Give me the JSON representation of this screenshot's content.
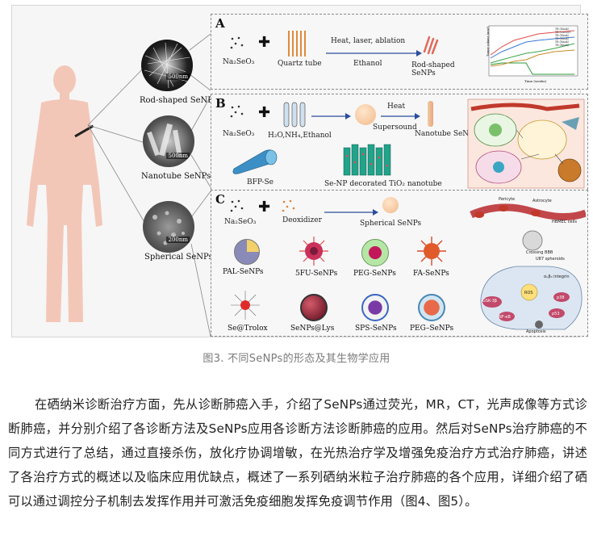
{
  "figure": {
    "body_labels": {
      "rod": "Rod-shaped SeNPs",
      "nanotube": "Nanotube SeNPs",
      "spherical": "Spherical SeNPs"
    },
    "scale_bars": {
      "rod": "500nm",
      "nanotube": "500nm",
      "spherical": "200nm"
    },
    "panel_a": {
      "letter": "A",
      "reagent": "Na₂SeO₃",
      "container": "Quartz tube",
      "conditions": "Heat, laser, ablation",
      "solvent": "Ethanol",
      "product": "Rod-shaped SeNPs",
      "plot_ylabel": "Tumor volume (mm³)",
      "plot_xlabel": "Time (weeks)",
      "legend": [
        "TB (blank)",
        "TB (control)",
        "TB (blank)",
        "TB (blank)",
        "TB (blank)",
        "TB (blank)"
      ]
    },
    "panel_b": {
      "letter": "B",
      "reagent": "Na₂SeO₃",
      "solvent": "H₂O,NH₄,Ethanol",
      "step1": "Heat",
      "step2": "Supersound",
      "product": "Nanotube SeNPs",
      "bfp": "BFP-Se",
      "tio2": "Se-NP decorated TiO₂ nanotube"
    },
    "panel_c": {
      "letter": "C",
      "reagent": "Na₂SeO₃",
      "reducer": "Deoxidizer",
      "product": "Spherical SeNPs",
      "particles": [
        "PAL-SeNPs",
        "5FU-SeNPs",
        "PEG-SeNPs",
        "FA-SeNPs",
        "Se@Trolox",
        "SeNPs@Lys",
        "SPS-SeNPs",
        "PEG–SeNPs"
      ],
      "bio_labels": [
        "Pericyte",
        "Astrocyte",
        "HBMEC cells",
        "Crossing BBB",
        "U87 spheroids",
        "αᵥβ₃ integrin",
        "GSK-3β",
        "ROS",
        "p38",
        "NF-κB",
        "p53",
        "Apoptosis"
      ]
    }
  },
  "caption": "图3. 不同SeNPs的形态及其生物学应用",
  "paragraph": "在硒纳米诊断治疗方面，先从诊断肺癌入手，介绍了SeNPs通过荧光，MR，CT，光声成像等方式诊断肺癌，并分别介绍了各诊断方法及SeNPs应用各诊断方法诊断肺癌的应用。然后对SeNPs治疗肺癌的不同方式进行了总结，通过直接杀伤，放化疗协调增敏，在光热治疗学及增强免疫治疗方式治疗肺癌，讲述了各治疗方式的概述以及临床应用优缺点，概述了一系列硒纳米粒子治疗肺癌的各个应用，详细介绍了硒可以通过调控分子机制去发挥作用并可激活免疫细胞发挥免疫调节作用（图4、图5）。",
  "colors": {
    "body": "#f3c7b8",
    "caption": "#7a7a7a"
  }
}
